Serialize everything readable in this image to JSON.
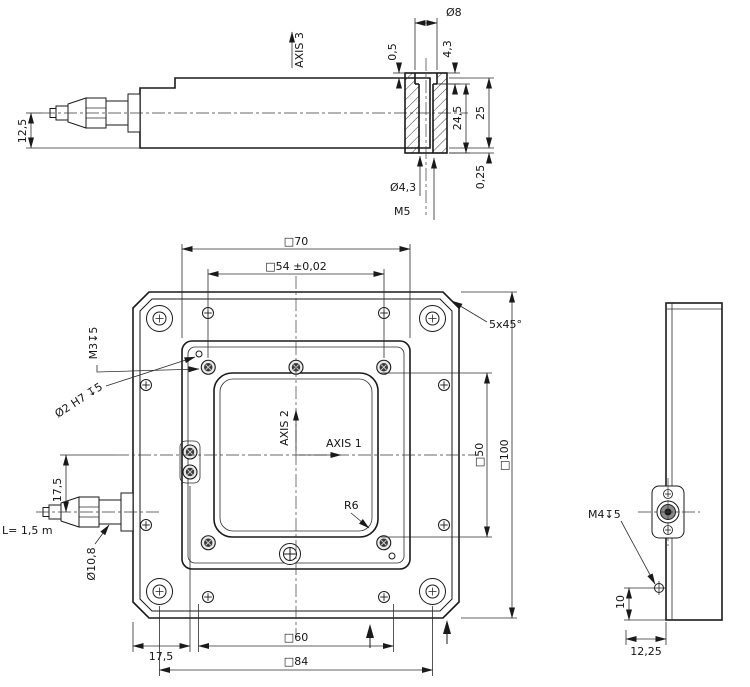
{
  "drawing": {
    "top_view": {
      "axis3": "AXIS 3",
      "dim_12_5": "12,5",
      "dim_0_5": "0,5",
      "dia_8": "Ø8",
      "dim_4_3": "4,3",
      "dim_24_5": "24,5",
      "dim_25": "25",
      "dim_0_25": "0,25",
      "dia_4_3": "Ø4,3",
      "thread_m5": "M5"
    },
    "front_view": {
      "dim_sq70": "□70",
      "dim_sq54": "□54 ±0,02",
      "thread_m3": "M3↧5",
      "pin_dia2": "Ø2 H7 ↧5",
      "chamfer": "5x45°",
      "dim_sq50": "□50",
      "dim_sq100": "□100",
      "radius_r6": "R6",
      "dim_17_5_left": "17,5",
      "cable_length": "L= 1,5 m",
      "dia_10_8": "Ø10,8",
      "dim_17_5_bottom": "17,5",
      "dim_sq60": "□60",
      "dim_sq84": "□84",
      "axis1": "AXIS 1",
      "axis2": "AXIS 2"
    },
    "side_view": {
      "thread_m4": "M4↧5",
      "dim_10": "10",
      "dim_12_25": "12,25"
    }
  }
}
